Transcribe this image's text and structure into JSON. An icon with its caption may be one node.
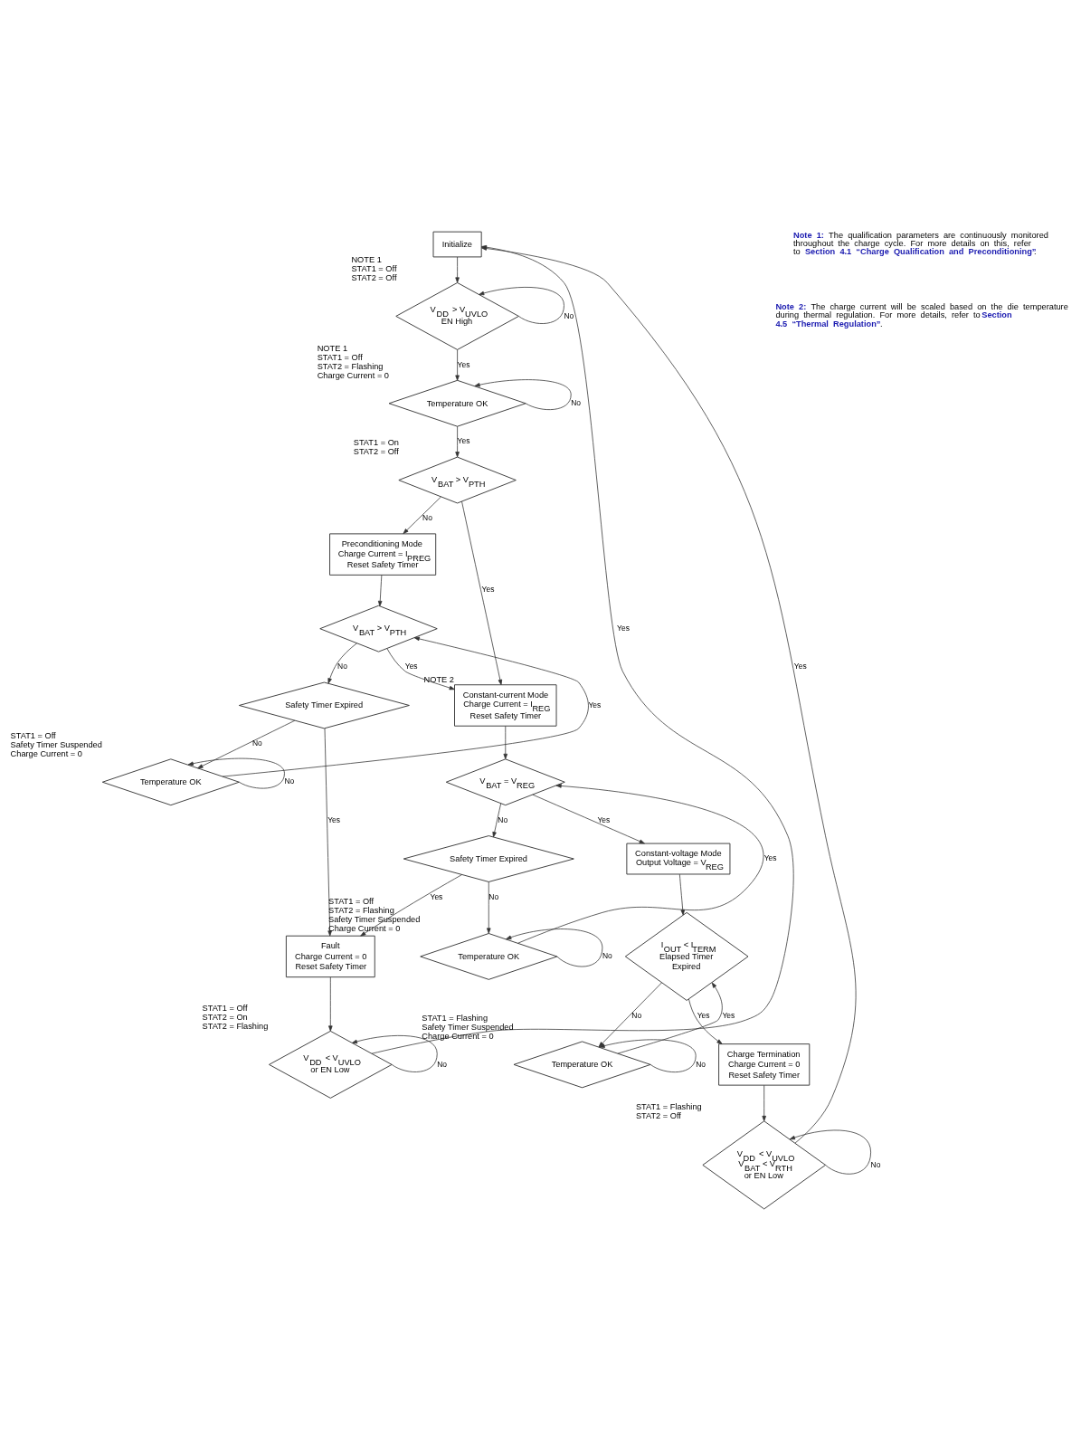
{
  "diagram": {
    "nodes": [
      {
        "text": [
          "Initialize"
        ]
      },
      {
        "text": [
          "V$_{DD}$ > V$_{UVLO}$",
          "EN High"
        ],
        "beside": [
          "NOTE 1",
          "STAT1 = Off",
          "STAT2 = Off"
        ]
      },
      {
        "text": [
          "Temperature OK"
        ],
        "beside": [
          "NOTE 1",
          "STAT1 = Off",
          "STAT2 = Flashing",
          "Charge Current = 0"
        ]
      },
      {
        "text": [
          "V$_{BAT}$ > V$_{PTH}$"
        ],
        "beside": [
          "STAT1 = On",
          "STAT2 = Off"
        ]
      },
      {
        "text": [
          "Preconditioning Mode",
          "Charge Current = I$_{PREG}$",
          "Reset Safety Timer"
        ]
      },
      {
        "text": [
          "V$_{BAT}$ > V$_{PTH}$"
        ]
      },
      {
        "text": [
          "Safety Timer Expired"
        ]
      },
      {
        "text": [
          "Temperature OK"
        ],
        "beside": [
          "STAT1 = Off",
          "Safety Timer Suspended",
          "Charge Current = 0"
        ]
      },
      {
        "text": [
          "Constant-current Mode",
          "Charge Current = I$_{REG}$",
          "Reset Safety Timer"
        ],
        "beside": [
          "NOTE 2"
        ]
      },
      {
        "text": [
          "V$_{BAT}$ = V$_{REG}$"
        ]
      },
      {
        "text": [
          "Safety Timer Expired"
        ]
      },
      {
        "text": [
          "Temperature OK"
        ],
        "beside": [
          "STAT1 = Off",
          "STAT2 = Flashing",
          "Safety Timer Suspended",
          "Charge Current = 0"
        ]
      },
      {
        "text": [
          "Fault",
          "Charge Current = 0",
          "Reset Safety Timer"
        ]
      },
      {
        "text": [
          "V$_{DD}$ < V$_{UVLO}$",
          "or EN Low"
        ],
        "beside": [
          "STAT1 = Off",
          "STAT2 = On",
          "STAT2 = Flashing"
        ]
      },
      {
        "text": [
          "Constant-voltage Mode",
          "Output Voltage = V$_{REG}$"
        ]
      },
      {
        "text": [
          "I$_{OUT}$ < I$_{TERM}$",
          "Elapsed Timer",
          "Expired"
        ]
      },
      {
        "text": [
          "Temperature OK"
        ],
        "beside": [
          "STAT1 = Flashing",
          "Safety Timer Suspended",
          "Charge Current = 0"
        ]
      },
      {
        "text": [
          "Charge Termination",
          "Charge Current = 0",
          "Reset Safety Timer"
        ]
      },
      {
        "text": [
          "V$_{DD}$ < V$_{UVLO}$",
          "V$_{BAT}$ < V$_{RTH}$",
          "or EN Low"
        ],
        "beside": [
          "STAT1 = Flashing",
          "STAT2 = Off"
        ]
      }
    ],
    "edges": [
      {
        "from": 0,
        "to": 1,
        "arrow": "to"
      },
      {
        "from": 1,
        "to": 1,
        "arrow": "to",
        "label": "No"
      },
      {
        "from": 1,
        "to": 2,
        "arrow": "to",
        "label": "Yes"
      },
      {
        "from": 2,
        "to": 2,
        "arrow": "to",
        "label": "No"
      },
      {
        "from": 2,
        "to": 3,
        "arrow": "to",
        "label": "Yes"
      },
      {
        "from": 3,
        "to": 8,
        "arrow": "to",
        "label": "Yes"
      },
      {
        "from": 3,
        "to": 4,
        "arrow": "to",
        "label": "No"
      },
      {
        "from": 4,
        "to": 5,
        "arrow": "to"
      },
      {
        "from": 5,
        "to": 8,
        "arrow": "to",
        "label": "Yes"
      },
      {
        "from": 5,
        "to": 6,
        "arrow": "to",
        "label": "No"
      },
      {
        "from": 6,
        "to": 12,
        "arrow": "to",
        "label": "Yes"
      },
      {
        "from": 6,
        "to": 7,
        "arrow": "to",
        "label": "No"
      },
      {
        "from": 7,
        "to": 7,
        "arrow": "to",
        "label": "No"
      },
      {
        "from": 7,
        "to": 5,
        "arrow": "to",
        "label": "Yes"
      },
      {
        "from": 8,
        "to": 9,
        "arrow": "to"
      },
      {
        "from": 9,
        "to": 14,
        "arrow": "to",
        "label": "Yes"
      },
      {
        "from": 9,
        "to": 10,
        "arrow": "to",
        "label": "No"
      },
      {
        "from": 10,
        "to": 12,
        "arrow": "to",
        "label": "Yes"
      },
      {
        "from": 10,
        "to": 11,
        "arrow": "to",
        "label": "No"
      },
      {
        "from": 11,
        "to": 11,
        "arrow": "to",
        "label": "No"
      },
      {
        "from": 11,
        "to": 9,
        "arrow": "to",
        "label": "Yes"
      },
      {
        "from": 12,
        "to": 13,
        "arrow": "to"
      },
      {
        "from": 13,
        "to": 13,
        "arrow": "to",
        "label": "No"
      },
      {
        "from": 13,
        "to": 0,
        "arrow": "to",
        "label": "Yes"
      },
      {
        "from": 14,
        "to": 15,
        "arrow": "to"
      },
      {
        "from": 15,
        "to": 17,
        "arrow": "to",
        "label": "Yes"
      },
      {
        "from": 15,
        "to": 16,
        "arrow": "to",
        "label": "No"
      },
      {
        "from": 16,
        "to": 16,
        "arrow": "to",
        "label": "No"
      },
      {
        "from": 16,
        "to": 15,
        "arrow": "to",
        "label": "Yes"
      },
      {
        "from": 17,
        "to": 18,
        "arrow": "to"
      },
      {
        "from": 18,
        "to": 18,
        "arrow": "to",
        "label": "No"
      },
      {
        "from": 18,
        "to": 0,
        "arrow": "to",
        "label": "Yes"
      }
    ],
    "labels": [
      "**Note 1:** The qualification parameters are continuously monitored throughout the charge cycle. For more details on this, refer to **Section 4.1 “Charge Qualification and Preconditioning”**.",
      "**Note 2:** The charge current will be scaled based on the die temperature during thermal regulation. For more details, refer to **Section 4.5 “Thermal Regulation”**."
    ]
  }
}
